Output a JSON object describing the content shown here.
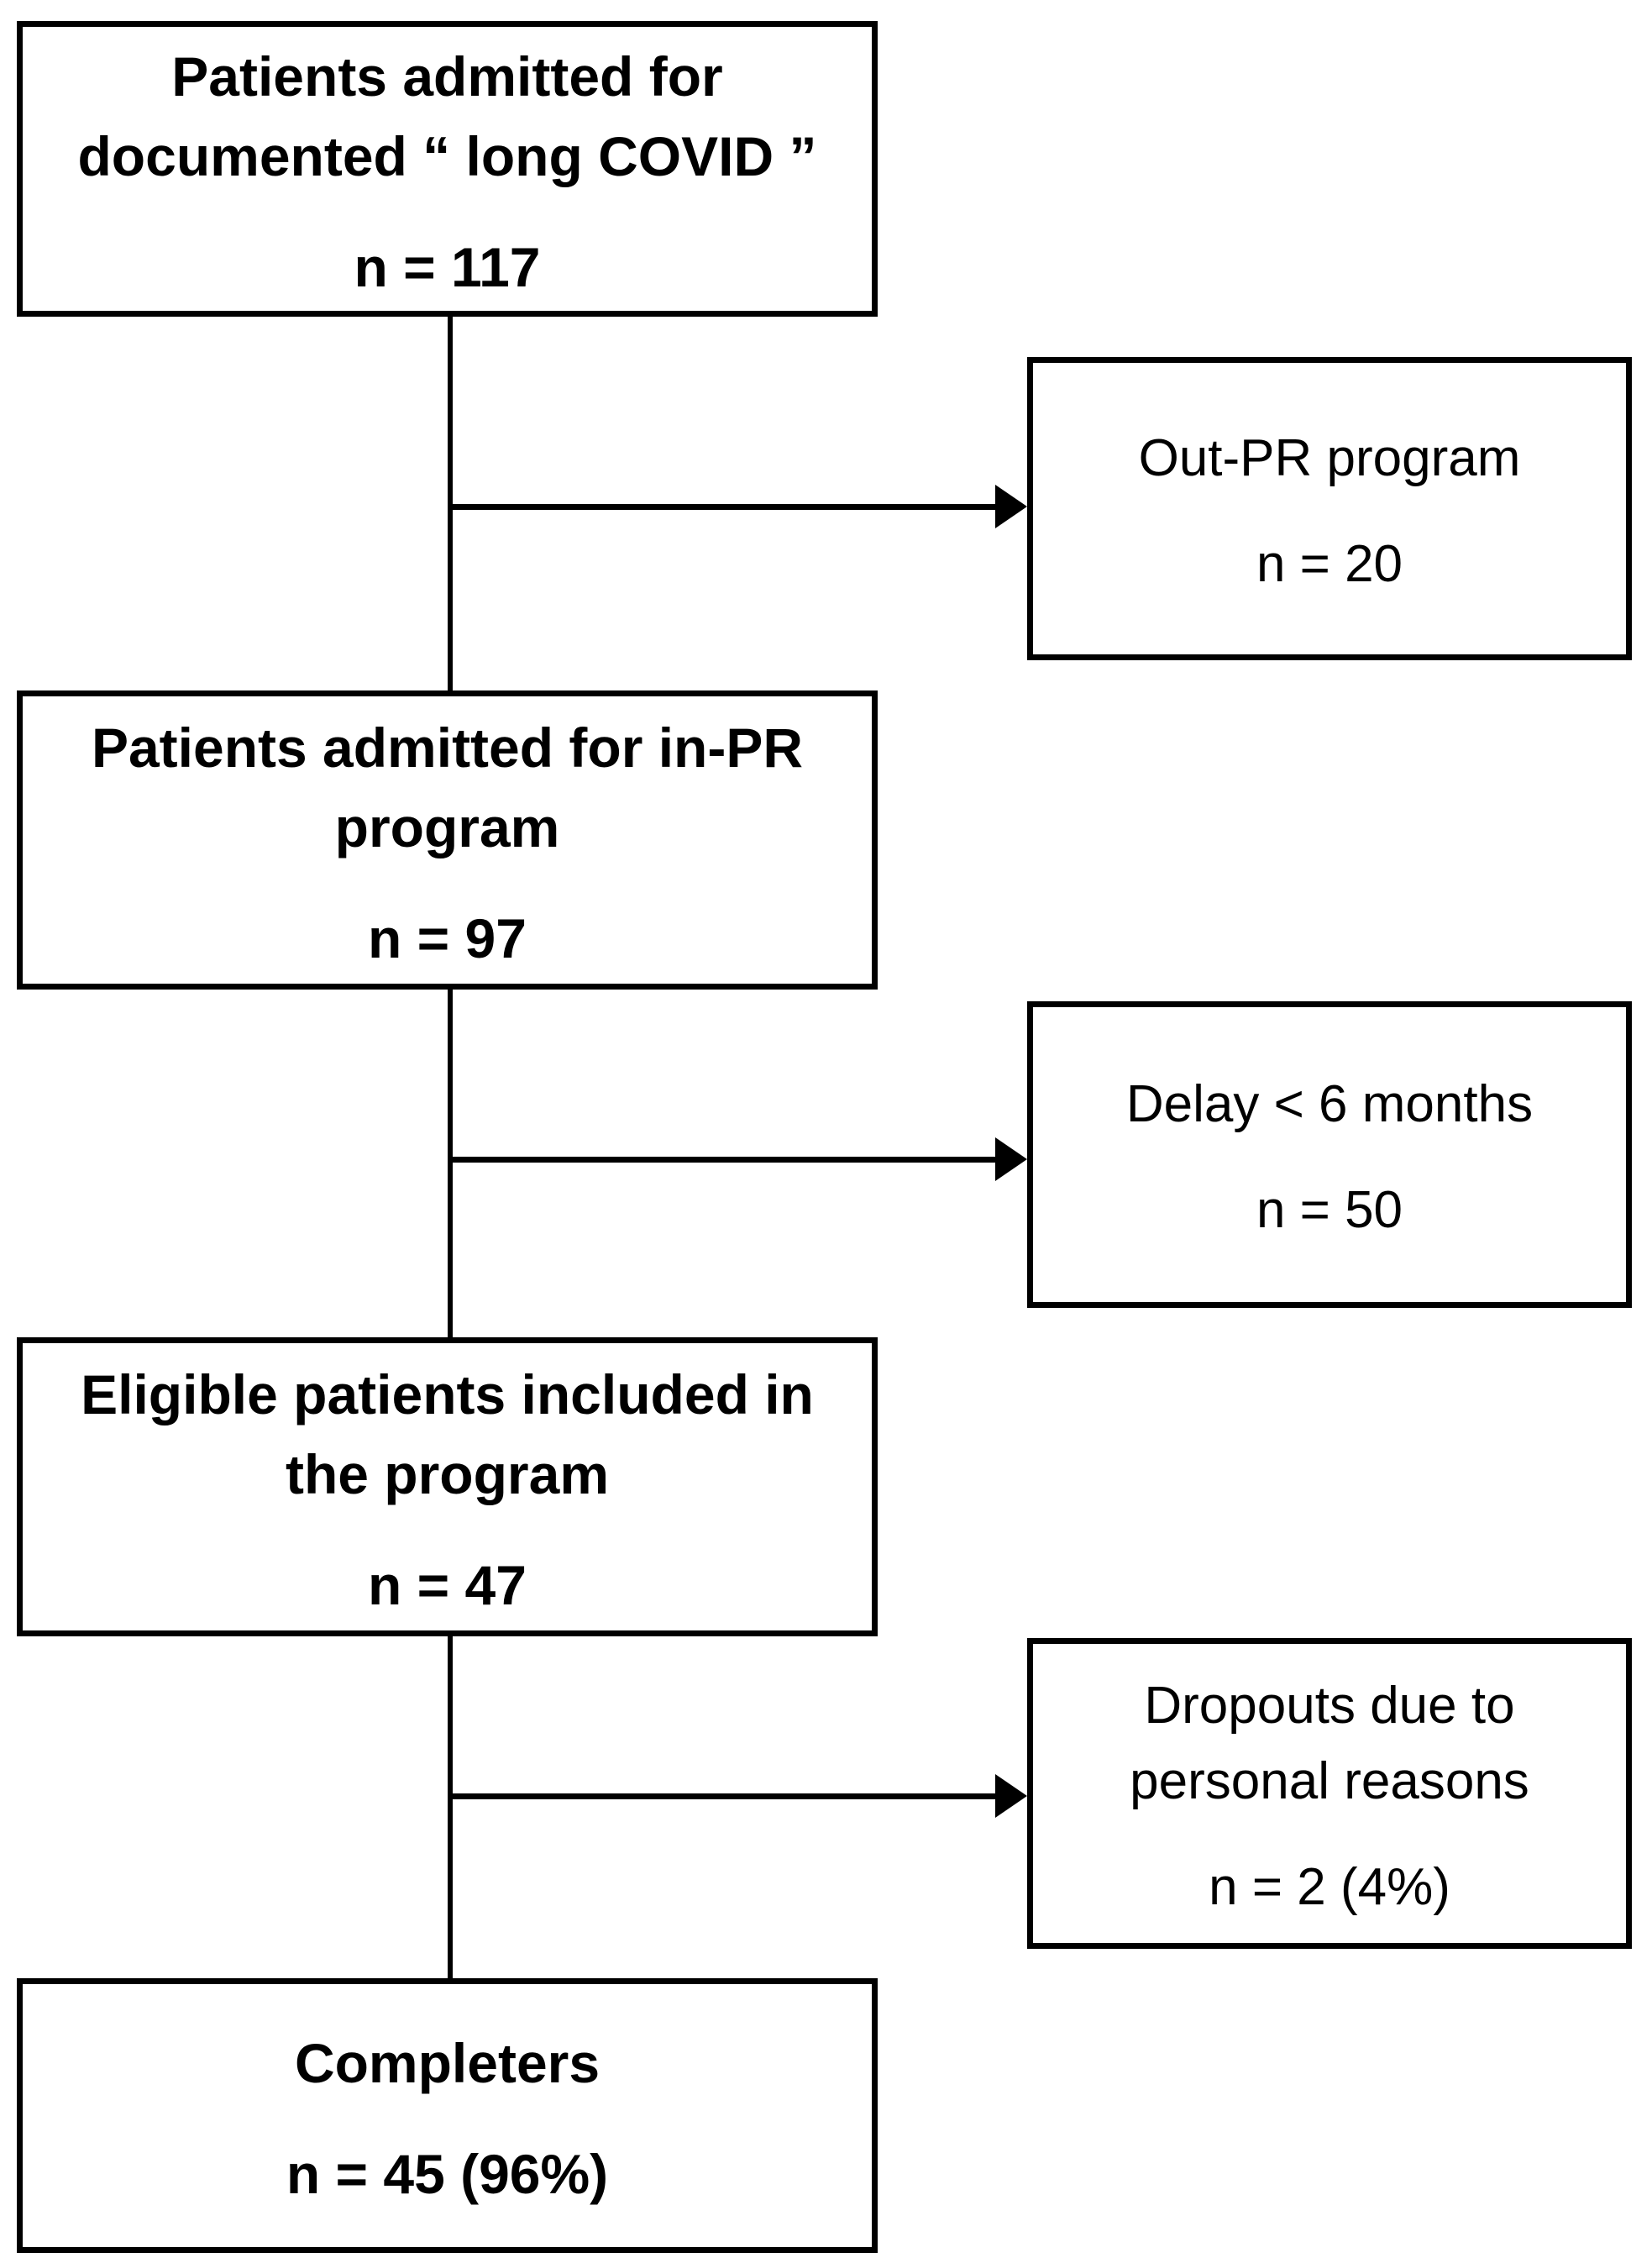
{
  "diagram": {
    "background_color": "#ffffff",
    "border_color": "#000000",
    "text_color": "#000000",
    "main_boxes": [
      {
        "title_lines": [
          "Patients admitted for",
          "documented “ long COVID ”"
        ],
        "count": "n = 117"
      },
      {
        "title_lines": [
          "Patients admitted for in-PR",
          "program"
        ],
        "count": "n = 97"
      },
      {
        "title_lines": [
          "Eligible patients included in",
          "the program"
        ],
        "count": "n = 47"
      },
      {
        "title_lines": [
          "Completers"
        ],
        "count": "n = 45 (96%)"
      }
    ],
    "side_boxes": [
      {
        "title_lines": [
          "Out-PR program"
        ],
        "count": "n = 20"
      },
      {
        "title_lines": [
          "Delay < 6 months"
        ],
        "count": "n = 50"
      },
      {
        "title_lines": [
          "Dropouts due to",
          "personal reasons"
        ],
        "count": "n = 2 (4%)"
      }
    ]
  }
}
